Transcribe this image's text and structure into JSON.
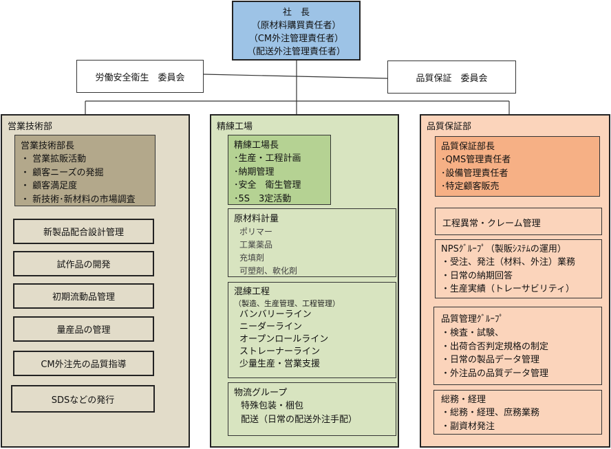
{
  "president": {
    "lines": [
      "社　長",
      "（原材料購買責任者）",
      "（CM外注管理責任者）",
      "（配送外注管理責任者）"
    ]
  },
  "committees": {
    "safety": "労働安全衛生　委員会",
    "quality": "品質保証　委員会"
  },
  "sales": {
    "title": "営業技術部",
    "manager_title": "営業技術部長",
    "manager_items": [
      "・ 営業拡販活動",
      "・ 顧客ニーズの発掘",
      "・ 顧客満足度",
      "・ 新技術･新材料の市場調査"
    ],
    "boxes": [
      "新製品配合設計管理",
      "試作品の開発",
      "初期流動品管理",
      "量産品の管理",
      "CM外注先の品質指導",
      "SDSなどの発行"
    ]
  },
  "factory": {
    "title": "精練工場",
    "manager_title": "精練工場長",
    "manager_items": [
      "･生産・工程計画",
      "･納期管理",
      "･安全　衛生管理",
      "･5S　3定活動"
    ],
    "weighing": {
      "title": "原材料計量",
      "items": [
        "ポリマー",
        "工業薬品",
        "充填剤",
        "可塑剤、軟化剤"
      ]
    },
    "mixing": {
      "title": "混練工程",
      "subtitle": "（製造、生産管理、工程管理）",
      "items": [
        "バンバリーライン",
        "ニーダーライン",
        "オープンロールライン",
        "ストレーナーライン",
        "少量生産・営業支援"
      ]
    },
    "logistics": {
      "title": "物流グループ",
      "items": [
        "特殊包装・梱包",
        "配送（日常の配送外注手配）"
      ]
    }
  },
  "qa": {
    "title": "品質保証部",
    "manager_title": "品質保証部長",
    "manager_items": [
      "･QMS管理責任者",
      "･設備管理責任者",
      "･特定顧客販売"
    ],
    "claims": "工程異常・クレーム管理",
    "nps": {
      "title": "NPSｸﾞﾙｰﾌﾟ（製販ｼｽﾃﾑの運用）",
      "items": [
        "・受注、発注（材料、外注）業務",
        "・日常の納期回答",
        "・生産実績（トレーサビリティ）"
      ]
    },
    "qc": {
      "title": "品質管理ｸﾞﾙｰﾌﾟ",
      "items": [
        "・検査・試験、",
        "・出荷合否判定規格の制定",
        "・日常の製品データ管理",
        "・外注品の品質データ管理"
      ]
    },
    "admin": {
      "title": "総務・経理",
      "items": [
        "・総務・経理、庶務業務",
        "・副資材発注"
      ]
    }
  },
  "colors": {
    "president": "#9dc3e6",
    "sales_bg": "#e2dcc9",
    "sales_manager": "#b3a88b",
    "factory_bg": "#d8e4c0",
    "factory_manager": "#b5d293",
    "qa_bg": "#fbd4bb",
    "qa_manager": "#f6b085"
  }
}
